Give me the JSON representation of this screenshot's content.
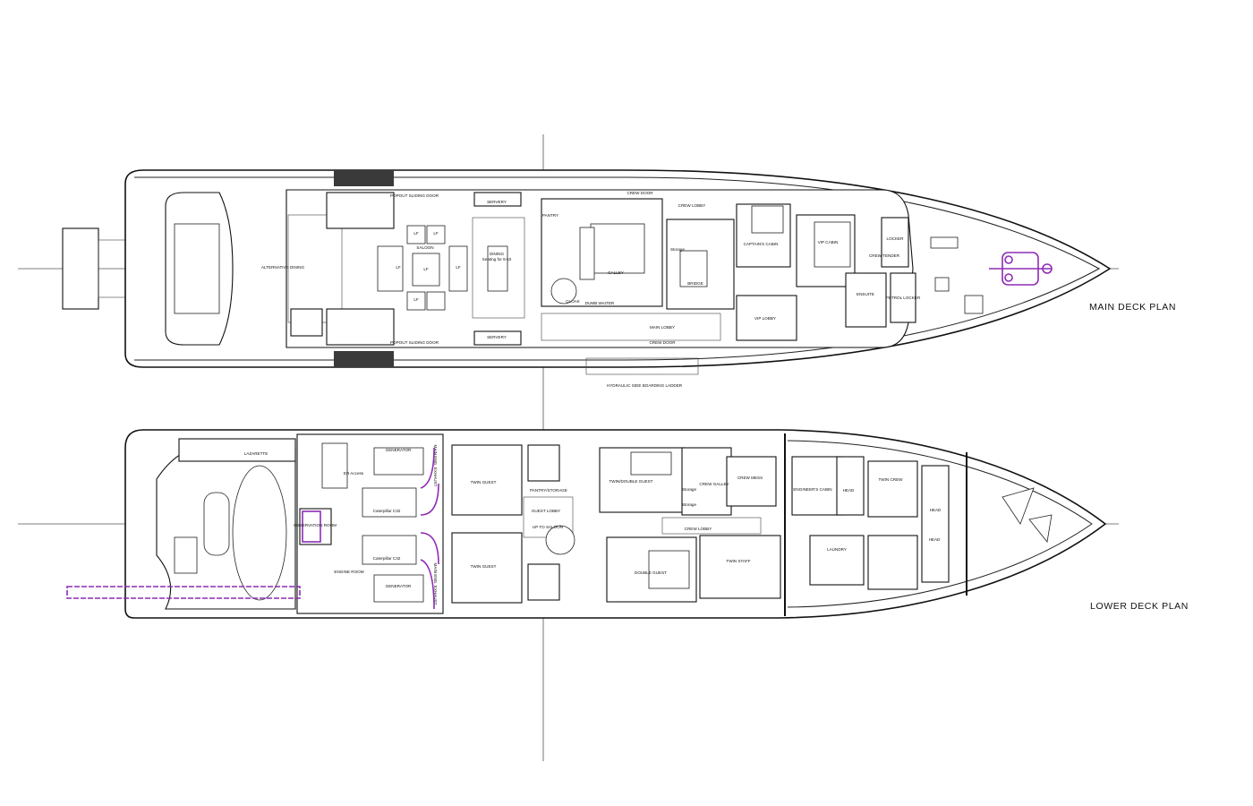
{
  "titles": {
    "main_deck": "MAIN DECK PLAN",
    "lower_deck": "LOWER DECK PLAN"
  },
  "colors": {
    "line": "#111111",
    "deck_hatch": "#d8d8d8",
    "systems_highlight": "#8e2bb5",
    "sliding_door_panel": "#3a3a3a"
  },
  "main_deck_labels": [
    "SALOON",
    "DINING",
    "Seating for 8-10",
    "GALLEY",
    "BRIDGE",
    "CAPTAIN'S CABIN",
    "VIP CABIN",
    "VIP LOBBY",
    "ENSUITE",
    "CREW LOBBY",
    "MAIN LOBBY",
    "PANTRY",
    "LOCKER",
    "PETROL LOCKER",
    "CREW TENDER",
    "ALTERNATIVE DINING",
    "POPOUT SLIDING DOOR",
    "POPOUT SLIDING DOOR",
    "SERVERY",
    "SERVERY",
    "Storage",
    "CLOAK",
    "LF",
    "LF",
    "LF",
    "LF",
    "LF",
    "LF",
    "HYDRAULIC SIDE BOARDING LADDER",
    "CREW DOOR",
    "CREW DOOR",
    "DUMB WAITER"
  ],
  "lower_deck_labels": [
    "LAZARETTE",
    "ENGINE ROOM",
    "GENERATOR",
    "GENERATOR",
    "Caterpillar C32",
    "Caterpillar C32",
    "MAIN ENG. EXHAUST",
    "MAIN ENG. EXHAUST",
    "OBSERVATION ROOM",
    "ER Access",
    "TWIN GUEST",
    "TWIN GUEST",
    "GUEST LOBBY",
    "PANTRY/STORAGE",
    "TWIN/DOUBLE GUEST",
    "CREW GALLEY",
    "CREW MESS",
    "CREW LOBBY",
    "DOUBLE GUEST",
    "TWIN STAFF",
    "ENGINEER'S CABIN",
    "HEAD",
    "HEAD",
    "HEAD",
    "TWIN CREW",
    "LAUNDRY",
    "Storage",
    "Storage",
    "UP TO SALOON"
  ]
}
